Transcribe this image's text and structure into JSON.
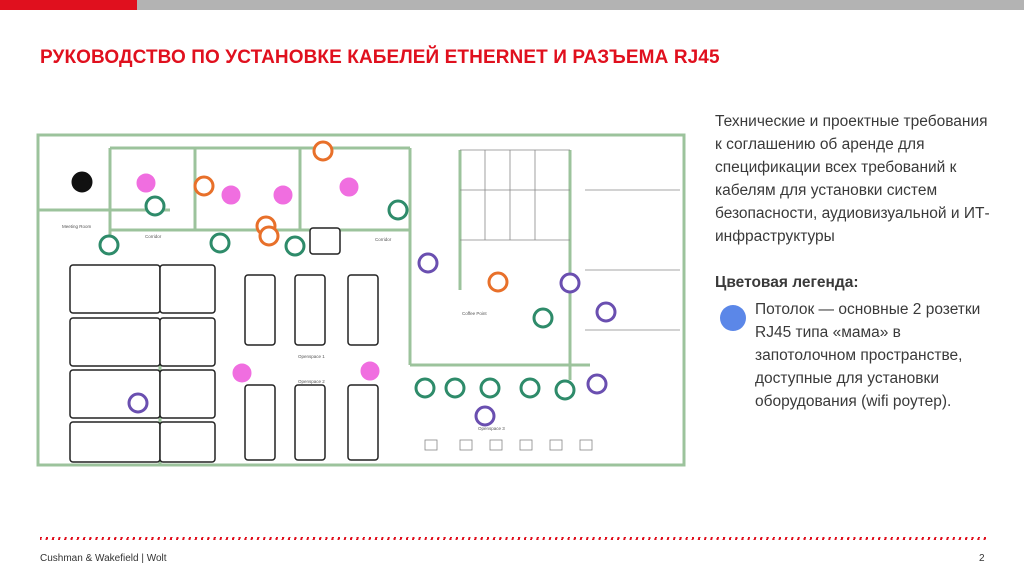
{
  "title": "РУКОВОДСТВО ПО УСТАНОВКЕ КАБЕЛЕЙ ETHERNET И РАЗЪЕМА RJ45",
  "description": "Технические и проектные требования к соглашению об аренде для спецификации всех требований к кабелям для установки систем безопасности, аудиовизуальной и ИТ-инфраструктуры",
  "legend": {
    "title": "Цветовая легенда:",
    "item_text": "Потолок — основные 2 розетки RJ45 типа «мама» в запотолочном пространстве, доступные для установки оборудования (wifi роутер).",
    "item_color": "#5b87e8"
  },
  "footer": {
    "company": "Cushman & Wakefield | Wolt",
    "page_number": "2"
  },
  "colors": {
    "accent": "#e0101e",
    "marker_orange": "#e8702a",
    "marker_green": "#2e8b6a",
    "marker_purple": "#6a4fb0",
    "marker_pink": "#f06ee0",
    "wall": "#9cc39c"
  },
  "plan": {
    "room_labels": [
      "Meeting Room",
      "Corridor",
      "Corridor",
      "Openspace 1",
      "Openspace 2",
      "Openspace 3",
      "Coffee Point"
    ]
  }
}
